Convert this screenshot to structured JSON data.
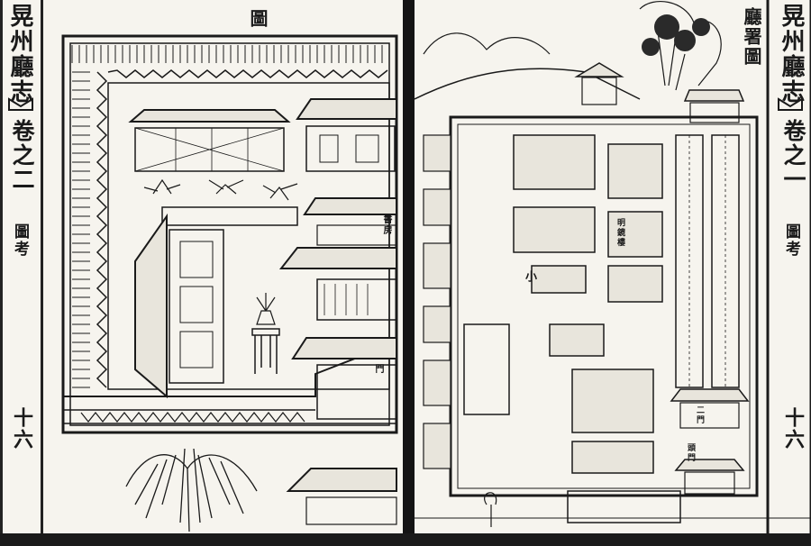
{
  "left_page": {
    "book_title": "晃州廳志",
    "volume": "卷之二",
    "section": "圖考",
    "page_number": "十六",
    "header_char": "圖"
  },
  "right_page": {
    "book_title": "晃州廳志",
    "volume": "卷之一",
    "section": "圖考",
    "page_number": "十六",
    "map_title": "廳署圖"
  },
  "map_labels": {
    "hall_small": "小",
    "gate_inner": "二門",
    "gate_main": "頭門",
    "gate_left": "門",
    "building_left": "書房",
    "yamen": "明鏡樓"
  },
  "colors": {
    "ink": "#1a1a1a",
    "paper": "#f6f4ee"
  }
}
